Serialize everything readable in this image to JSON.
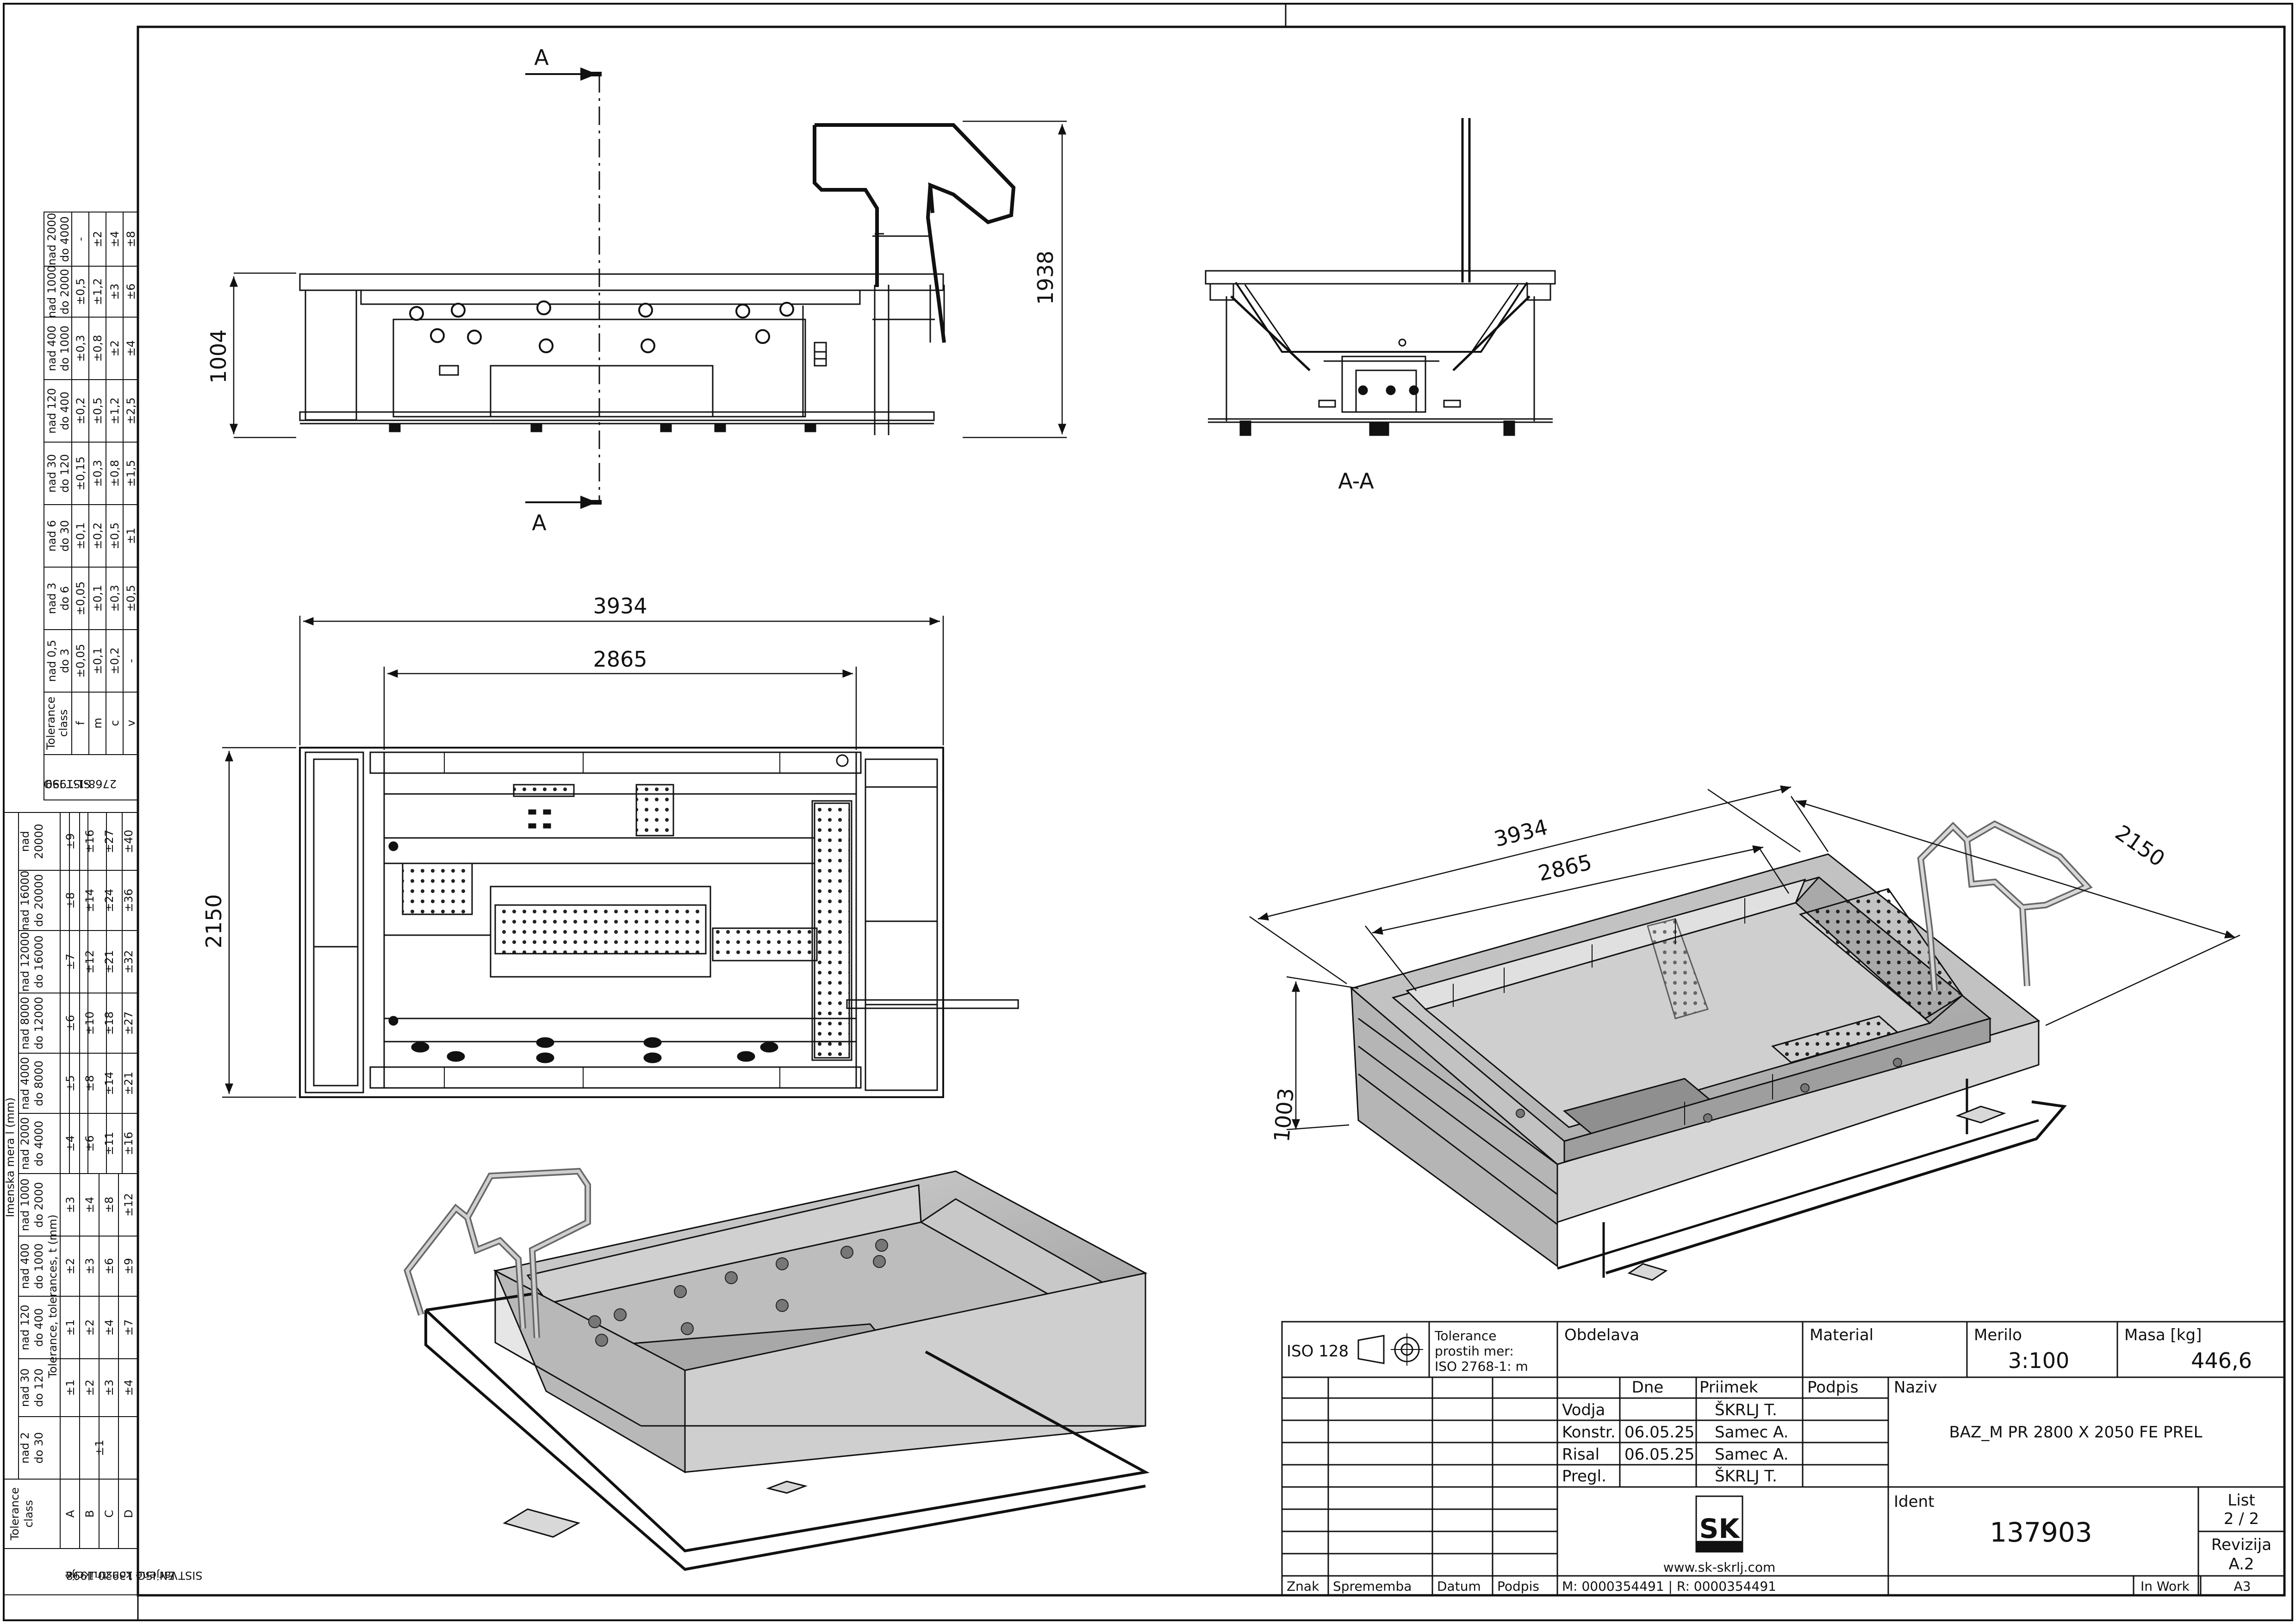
{
  "views": {
    "section_mark": "A",
    "section_label": "A-A"
  },
  "dimensions": {
    "front_height": "1004",
    "front_total_height": "1938",
    "top_length_outer": "3934",
    "top_length_inner": "2865",
    "top_width": "2150",
    "iso_length_outer": "3934",
    "iso_length_inner": "2865",
    "iso_width": "2150",
    "iso_height": "1003"
  },
  "tolerance_table_general": {
    "standard_line1": "SIST ISO",
    "standard_line2": "2768-1:1999",
    "class_header": [
      "Tolerance",
      "class"
    ],
    "class_letters": [
      "f",
      "m",
      "c",
      "v"
    ],
    "ranges": [
      {
        "h1": "nad 0,5",
        "h2": "do 3",
        "vals": [
          "±0,05",
          "±0,1",
          "±0,2",
          "-"
        ]
      },
      {
        "h1": "nad 3",
        "h2": "do 6",
        "vals": [
          "±0,05",
          "±0,1",
          "±0,3",
          "±0,5"
        ]
      },
      {
        "h1": "nad 6",
        "h2": "do 30",
        "vals": [
          "±0,1",
          "±0,2",
          "±0,5",
          "±1"
        ]
      },
      {
        "h1": "nad 30",
        "h2": "do 120",
        "vals": [
          "±0,15",
          "±0,3",
          "±0,8",
          "±1,5"
        ]
      },
      {
        "h1": "nad 120",
        "h2": "do 400",
        "vals": [
          "±0,2",
          "±0,5",
          "±1,2",
          "±2,5"
        ]
      },
      {
        "h1": "nad 400",
        "h2": "do 1000",
        "vals": [
          "±0,3",
          "±0,8",
          "±2",
          "±4"
        ]
      },
      {
        "h1": "nad 1000",
        "h2": "do 2000",
        "vals": [
          "±0,5",
          "±1,2",
          "±3",
          "±6"
        ]
      },
      {
        "h1": "nad 2000",
        "h2": "do 4000",
        "vals": [
          "-",
          "±2",
          "±4",
          "±8"
        ]
      }
    ]
  },
  "tolerance_table_welded": {
    "standard_line1": "Varjene konstrukcije",
    "standard_line2": "SIST EN ISO 13920:1998",
    "class_header": [
      "Tolerance",
      "class"
    ],
    "class_letters": [
      "A",
      "B",
      "C",
      "D"
    ],
    "group_label": "Tolerance, tolerances, t (mm)",
    "range_label": "Imenska mera l (mm)",
    "ranges": [
      {
        "h1": "nad 2",
        "h2": "do 30",
        "vals": [
          "±1"
        ]
      },
      {
        "h1": "nad 30",
        "h2": "do 120",
        "vals": [
          "±1",
          "±2",
          "±3",
          "±4"
        ]
      },
      {
        "h1": "nad 120",
        "h2": "do 400",
        "vals": [
          "±1",
          "±2",
          "±4",
          "±7"
        ]
      },
      {
        "h1": "nad 400",
        "h2": "do 1000",
        "vals": [
          "±2",
          "±3",
          "±6",
          "±9"
        ]
      },
      {
        "h1": "nad 1000",
        "h2": "do 2000",
        "vals": [
          "±3",
          "±4",
          "±8",
          "±12"
        ]
      },
      {
        "h1": "nad 2000",
        "h2": "do 4000",
        "vals": [
          "±4",
          "±6",
          "±11",
          "±16"
        ]
      },
      {
        "h1": "nad 4000",
        "h2": "do 8000",
        "vals": [
          "±5",
          "±8",
          "±14",
          "±21"
        ]
      },
      {
        "h1": "nad 8000",
        "h2": "do 12000",
        "vals": [
          "±6",
          "±10",
          "±18",
          "±27"
        ]
      },
      {
        "h1": "nad 12000",
        "h2": "do 16000",
        "vals": [
          "±7",
          "±12",
          "±21",
          "±32"
        ]
      },
      {
        "h1": "nad 16000",
        "h2": "do 20000",
        "vals": [
          "±8",
          "±14",
          "±24",
          "±36"
        ]
      },
      {
        "h1": "nad",
        "h2": "20000",
        "vals": [
          "±9",
          "±16",
          "±27",
          "±40"
        ]
      }
    ]
  },
  "title_block": {
    "iso": "ISO 128",
    "tol_note_1": "Tolerance",
    "tol_note_2": "prostih mer:",
    "tol_note_3": "ISO 2768-1: m",
    "obdelava_label": "Obdelava",
    "material_label": "Material",
    "merilo_label": "Merilo",
    "merilo_value": "3:100",
    "masa_label": "Masa [kg]",
    "masa_value": "446,6",
    "col_dne": "Dne",
    "col_priimek": "Priimek",
    "col_podpis": "Podpis",
    "naziv_label": "Naziv",
    "naziv_value": "BAZ_M PR 2800 X 2050 FE PREL",
    "rows": [
      {
        "role": "Vodja",
        "date": "",
        "name": "ŠKRLJ T."
      },
      {
        "role": "Konstr.",
        "date": "06.05.25",
        "name": "Samec A."
      },
      {
        "role": "Risal",
        "date": "06.05.25",
        "name": "Samec A."
      },
      {
        "role": "Pregl.",
        "date": "",
        "name": "ŠKRLJ T."
      }
    ],
    "logo_text": "SK",
    "website": "www.sk-skrlj.com",
    "ident_label": "Ident",
    "ident_value": "137903",
    "list_label": "List",
    "list_value": "2 / 2",
    "revizija_label": "Revizija",
    "revizija_value": "A.2",
    "footer_znak": "Znak",
    "footer_sprememba": "Sprememba",
    "footer_datum": "Datum",
    "footer_podpis": "Podpis",
    "footer_m": "M: 0000354491 | R: 0000354491",
    "footer_status": "In Work",
    "footer_format": "A3"
  }
}
